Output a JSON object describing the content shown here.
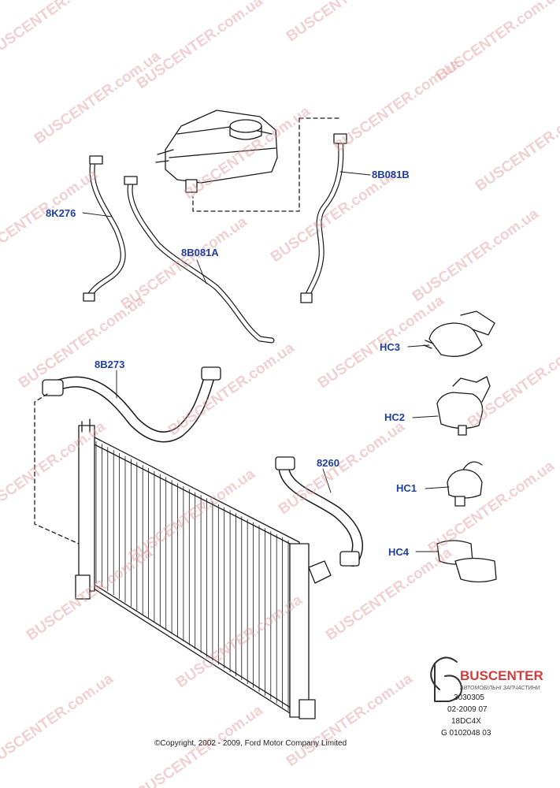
{
  "callouts": {
    "8K276": "8K276",
    "8B081A": "8B081A",
    "8B081B": "8B081B",
    "8B273": "8B273",
    "8260": "8260",
    "HC3": "HC3",
    "HC2": "HC2",
    "HC1": "HC1",
    "HC4": "HC4"
  },
  "copyright": "©Copyright, 2002 - 2009, Ford Motor Company Limited",
  "reference": {
    "line1": "3030305",
    "line2": "02-2009 07",
    "line3": "18DC4X",
    "line4": "G 0102048 03"
  },
  "watermark": {
    "text": "BUSCENTER.com.ua",
    "color": "#de9696"
  },
  "brand": {
    "name": "BUSCENTER",
    "tagline": "АВТОМОБІЛЬНІ ЗАПЧАСТИНИ",
    "color": "#d43b3b"
  },
  "colors": {
    "callout_text": "#1f3f9f",
    "line_art": "#1a1a1a"
  }
}
